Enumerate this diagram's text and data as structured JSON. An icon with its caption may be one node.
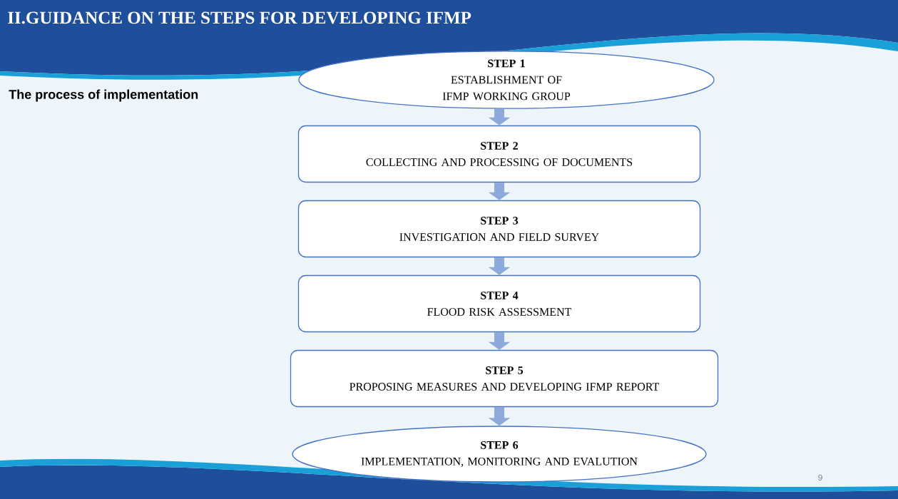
{
  "diagram": {
    "title": "II.GUIDANCE ON THE STEPS FOR DEVELOPING IFMP",
    "nodes": [
      {
        "text": [
          "STEP 1",
          "ESTABLISHMENT OF IFMP WORKING GROUP"
        ]
      },
      {
        "text": [
          "STEP 2",
          "COLLECTING AND PROCESSING OF DOCUMENTS"
        ]
      },
      {
        "text": [
          "STEP 3",
          "INVESTIGATION AND FIELD SURVEY"
        ]
      },
      {
        "text": [
          "STEP 4",
          "FLOOD RISK ASSESSMENT"
        ]
      },
      {
        "text": [
          "STEP 5",
          "PROPOSING MEASURES AND DEVELOPING IFMP REPORT"
        ]
      },
      {
        "text": [
          "STEP 6",
          "IMPLEMENTATION, MONITORING AND EVALUTION"
        ]
      }
    ],
    "edges": [
      {
        "from": 0,
        "to": 1,
        "arrow": "to"
      },
      {
        "from": 1,
        "to": 2,
        "arrow": "to"
      },
      {
        "from": 2,
        "to": 3,
        "arrow": "to"
      },
      {
        "from": 3,
        "to": 4,
        "arrow": "to"
      },
      {
        "from": 4,
        "to": 5,
        "arrow": "to"
      }
    ],
    "labels": [
      "The process of implementation",
      "9"
    ]
  }
}
